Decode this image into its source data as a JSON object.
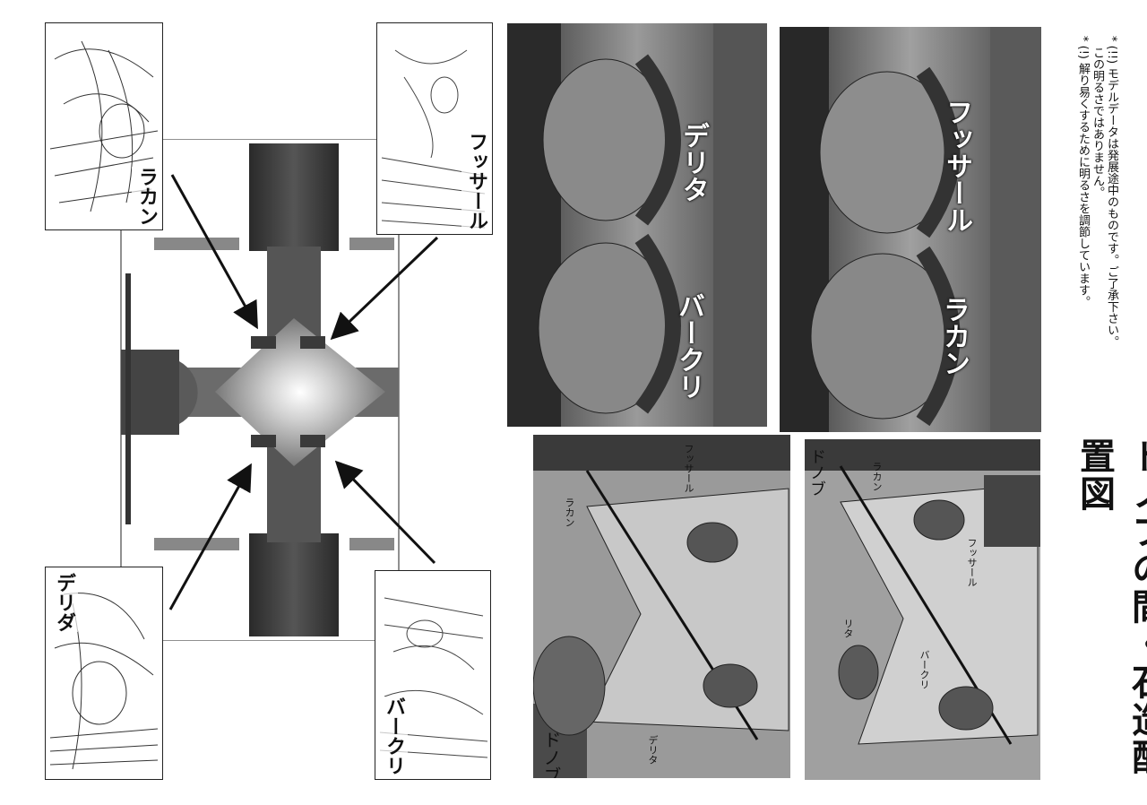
{
  "title": "ドノブの間・石造配置図",
  "notes": [
    "* (!) 解り易くするために明るさを調節しています。",
    "この明るさではありません。",
    "* (!!) モデルデータは発展途中のものです。ご了承下さい。"
  ],
  "sketch_labels": {
    "top_left": "ラカン",
    "top_right": "フッサール",
    "bottom_left": "デリダ",
    "bottom_right": "バークリ"
  },
  "statue_labels": {
    "p1_a": "デリタ",
    "p1_b": "バークリ",
    "p2_a": "フッサール",
    "p2_b": "ラカン"
  },
  "scene_labels": {
    "s1_donobu": "ドノブ",
    "s1_derita": "デリタ",
    "s1_rakan": "ラカン",
    "s1_fussa": "フッサール",
    "s2_donobu": "ドノブ",
    "s2_rakan": "ラカン",
    "s2_rita": "リタ",
    "s2_fussa": "フッサール",
    "s2_barkuri": "バークリ"
  }
}
